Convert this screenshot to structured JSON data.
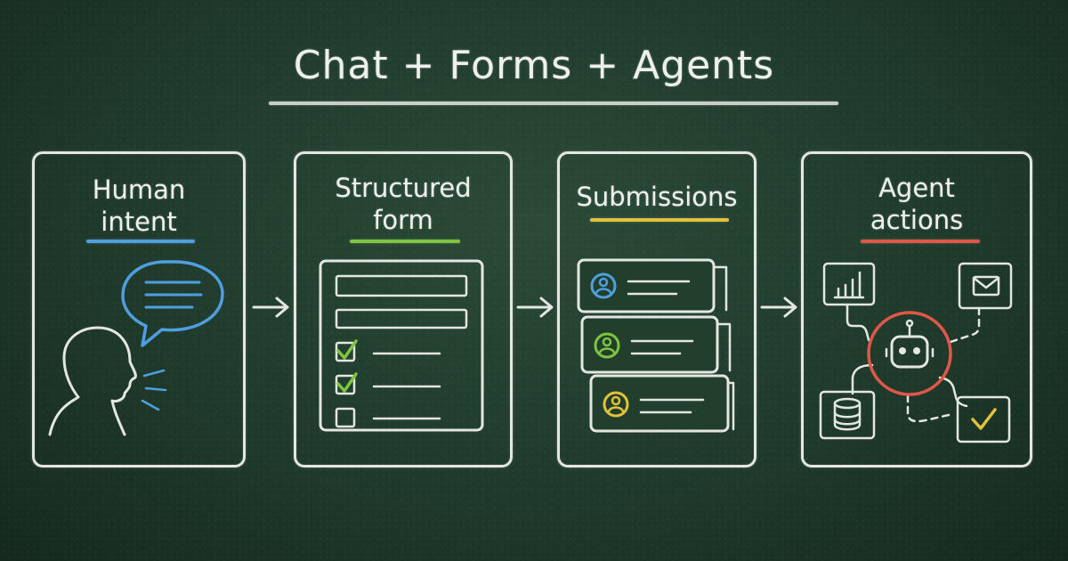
{
  "title": "Chat + Forms + Agents",
  "colors": {
    "background": "#1f3a2a",
    "chalk": "#e4e7e0",
    "blue": "#4f9fe0",
    "green": "#7fc540",
    "yellow": "#e2c23a",
    "red": "#e0574a"
  },
  "panels": [
    {
      "label_line1": "Human",
      "label_line2": "intent",
      "icons": [
        "speech-bubble-icon",
        "person-speaking-icon"
      ]
    },
    {
      "label_line1": "Structured",
      "label_line2": "form",
      "icons": [
        "form-icon",
        "checkbox-checked-icon",
        "checkbox-empty-icon"
      ]
    },
    {
      "label_line1": "Submissions",
      "label_line2": "",
      "icons": [
        "user-card-icon"
      ]
    },
    {
      "label_line1": "Agent",
      "label_line2": "actions",
      "icons": [
        "robot-icon",
        "bar-chart-icon",
        "mail-icon",
        "database-icon",
        "check-icon"
      ]
    }
  ]
}
